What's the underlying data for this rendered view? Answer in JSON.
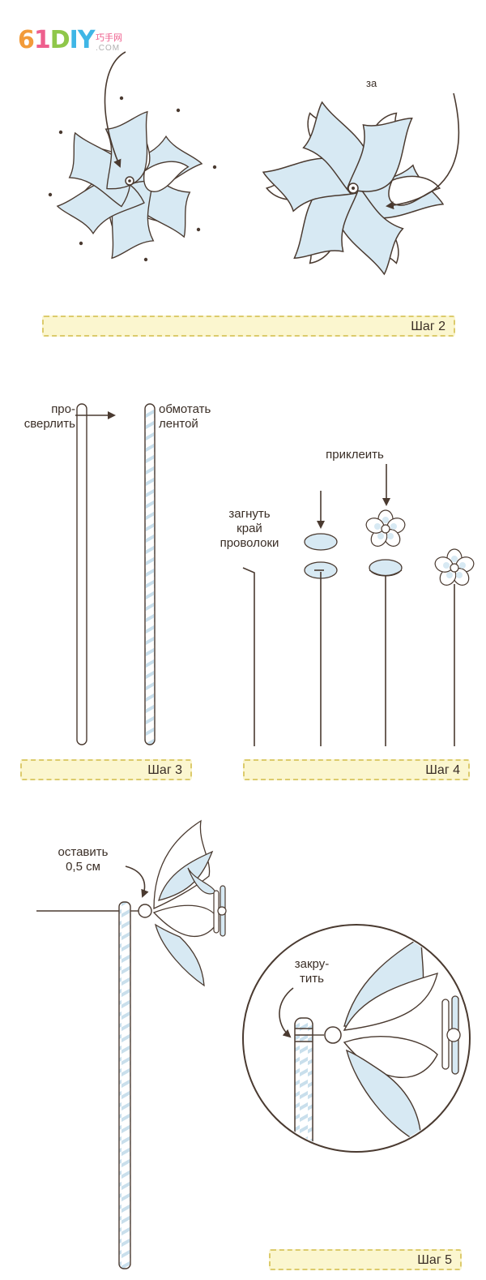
{
  "logo": {
    "digits": [
      "6",
      "1",
      "D",
      "IY"
    ],
    "subtitle": "巧手网",
    "domain": ".COM"
  },
  "colors": {
    "petal_fill": "#d7e9f3",
    "line": "#4a3a30",
    "bar_fill": "#fbf6cf",
    "bar_border": "#dccb6c"
  },
  "step2": {
    "partial_label": "за",
    "label": "Шаг 2"
  },
  "step3": {
    "label": "Шаг 3",
    "drill_label": [
      "про-",
      "сверлить"
    ],
    "wrap_label": [
      "обмотать",
      "лентой"
    ]
  },
  "step4": {
    "label": "Шаг 4",
    "glue_label": "приклеить",
    "bend_label": [
      "загнуть",
      "край",
      "проволоки"
    ]
  },
  "step5": {
    "label": "Шаг 5",
    "leave_label": [
      "оставить",
      "0,5 см"
    ],
    "twist_label": [
      "закру-",
      "тить"
    ]
  }
}
